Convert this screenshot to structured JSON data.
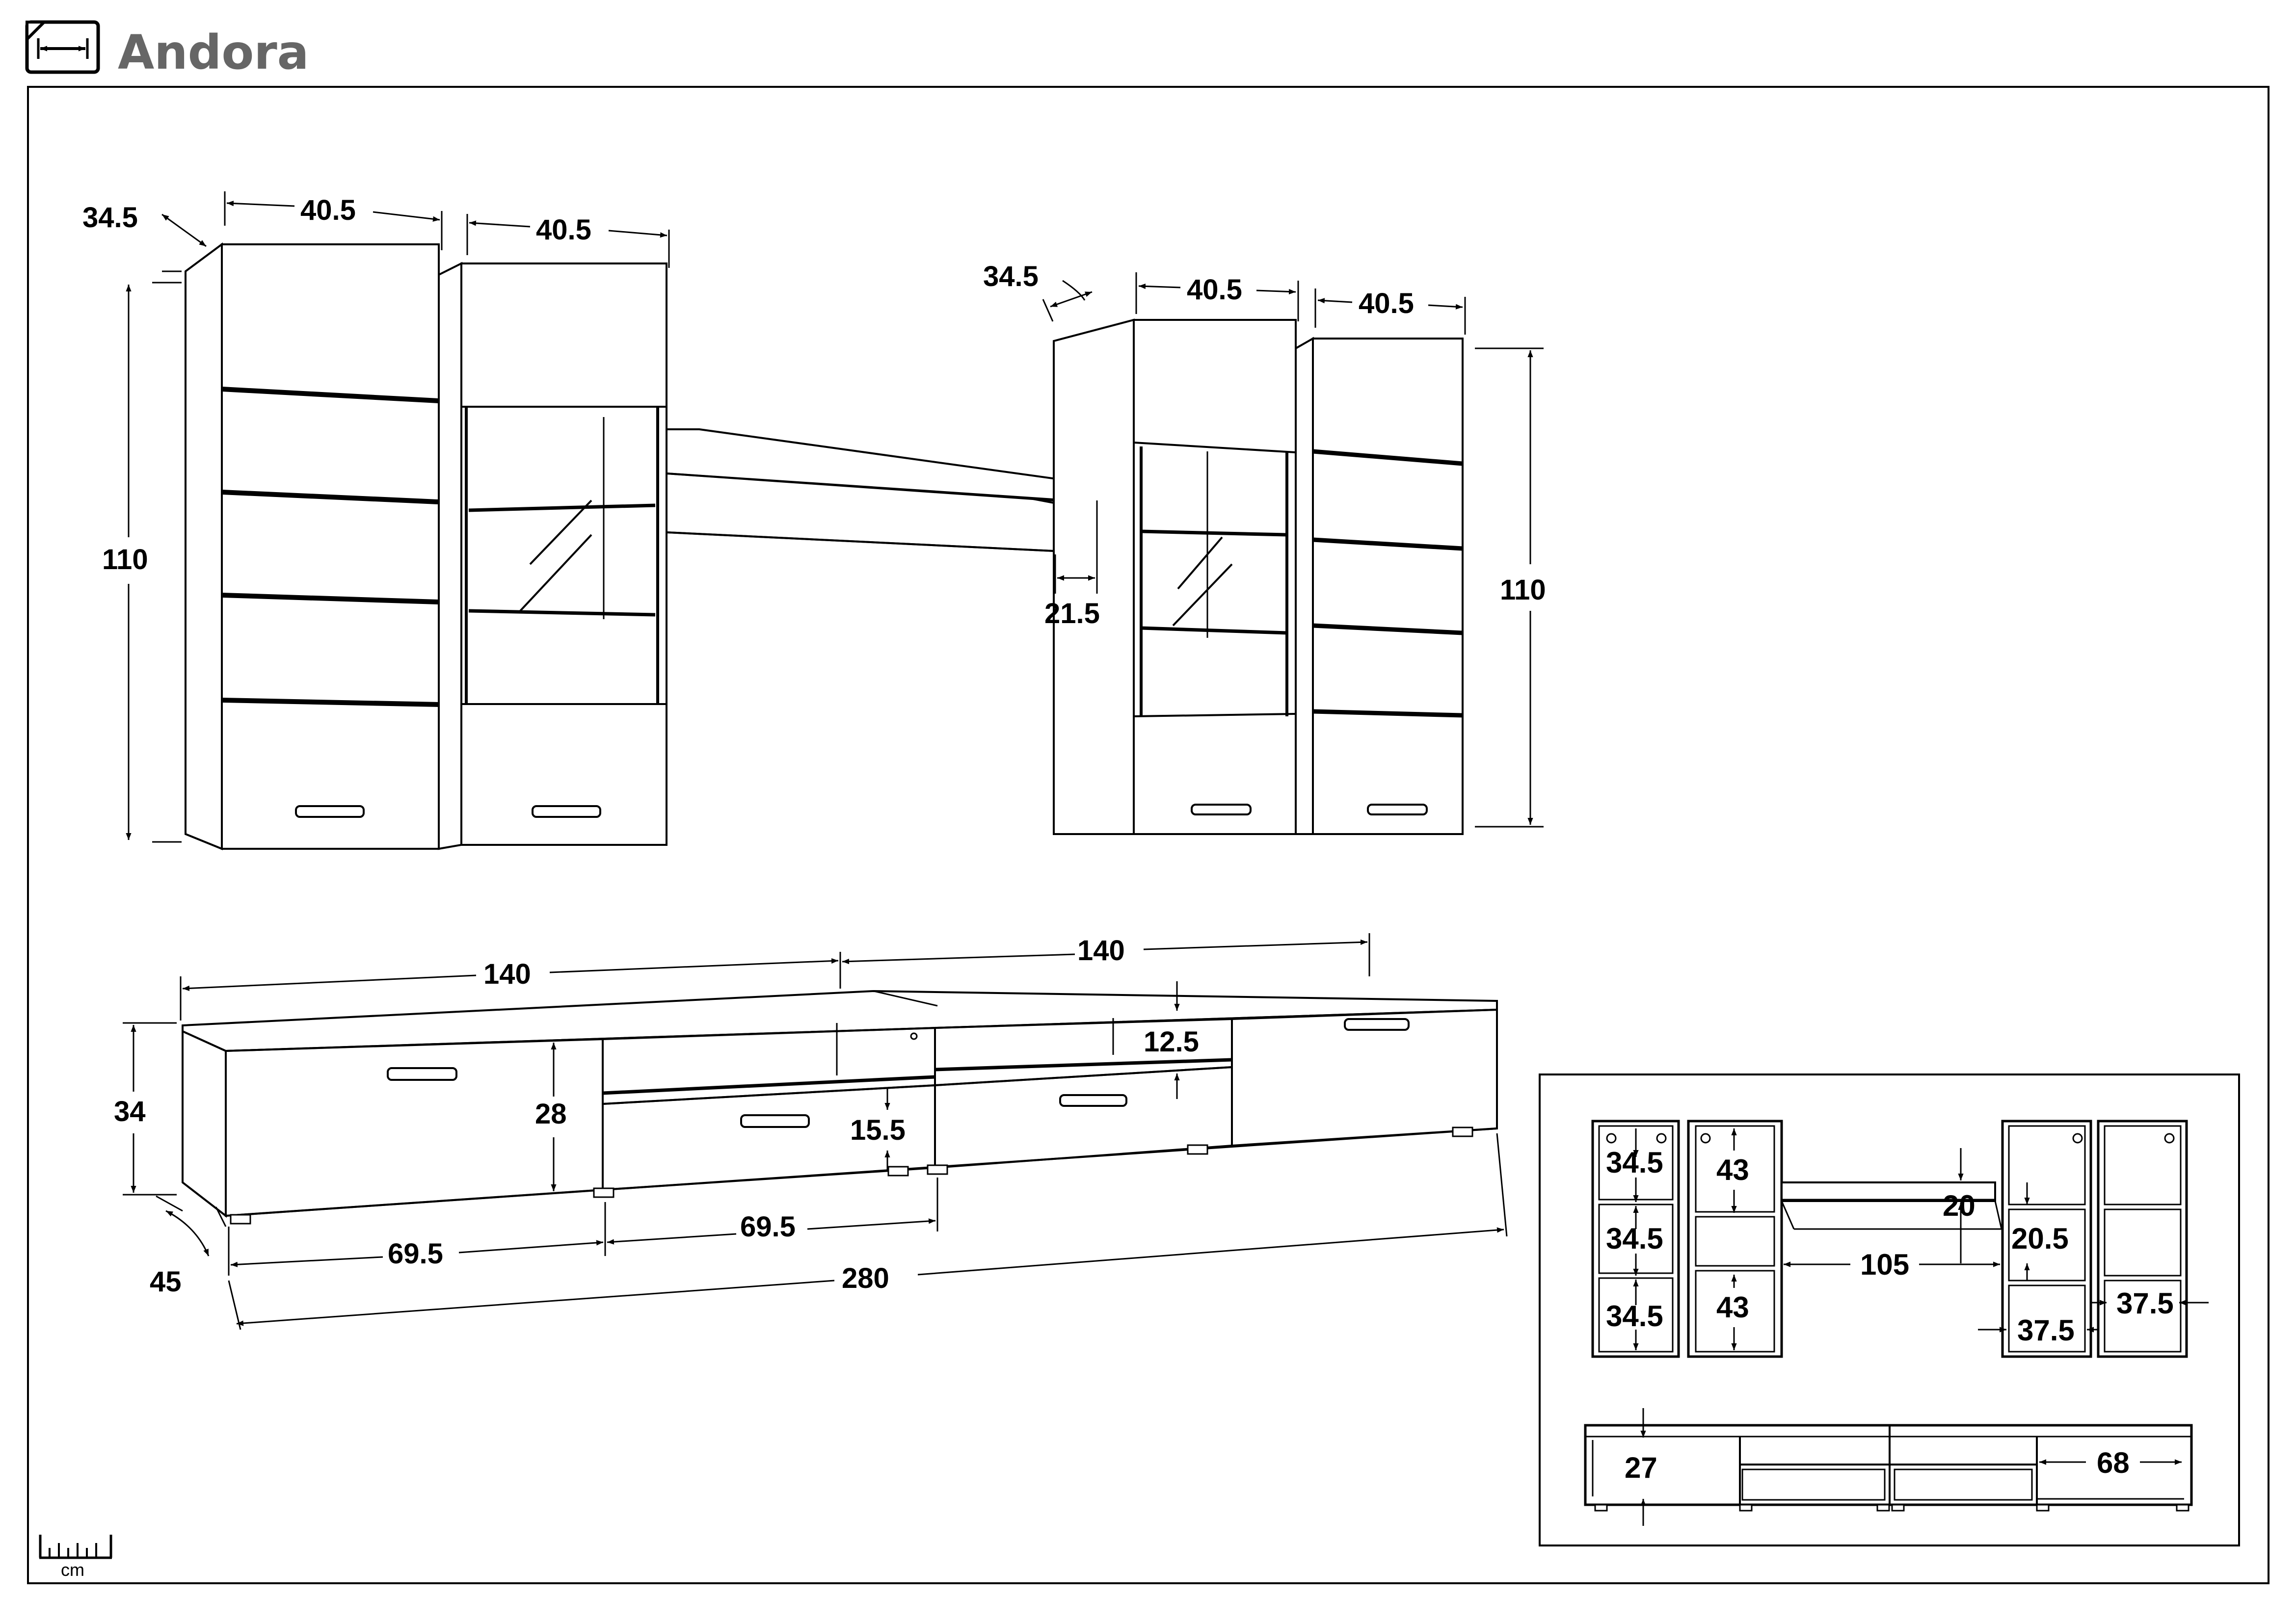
{
  "header": {
    "title": "Andora",
    "icon": "dimension-arrow-icon"
  },
  "scale_bar": {
    "unit": "cm"
  },
  "wall_left": {
    "depth": "34.5",
    "width_a": "40.5",
    "width_b": "40.5",
    "height": "110"
  },
  "wall_right": {
    "depth": "34.5",
    "width_a": "40.5",
    "width_b": "40.5",
    "height": "110",
    "shelf_depth": "21.5"
  },
  "tv_bench": {
    "section_left": "140",
    "section_right": "140",
    "height": "34",
    "inner_height": "28",
    "drawer_height": "15.5",
    "shelf_gap": "12.5",
    "segment_a": "69.5",
    "segment_b": "69.5",
    "total_width": "280",
    "depth": "45"
  },
  "interior_panel": {
    "cab1_comp_1": "34.5",
    "cab1_comp_2": "34.5",
    "cab1_comp_3": "34.5",
    "cab2_top": "43",
    "cab2_bottom": "43",
    "shelf_height": "20",
    "shelf_width": "105",
    "cab3_comp": "20.5",
    "cab3_bottom": "37.5",
    "cab4_bottom": "37.5",
    "bench_inner": "27",
    "bench_drawer": "68"
  }
}
